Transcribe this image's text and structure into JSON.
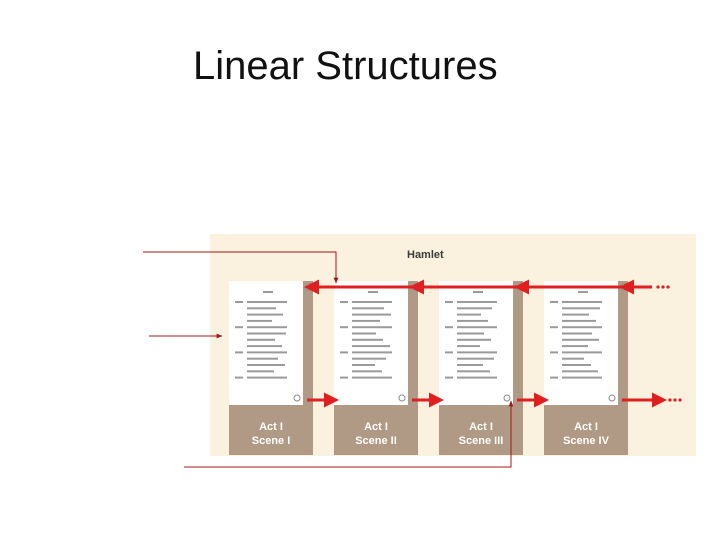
{
  "slide": {
    "title": "Linear Structures"
  },
  "diagram": {
    "title": "Hamlet",
    "pages": [
      {
        "line1": "Act I",
        "line2": "Scene I"
      },
      {
        "line1": "Act I",
        "line2": "Scene II"
      },
      {
        "line1": "Act I",
        "line2": "Scene III"
      },
      {
        "line1": "Act I",
        "line2": "Scene IV"
      }
    ],
    "colors": {
      "panel": "#fbf1df",
      "frame": "#b09a85",
      "arrow": "#e02020",
      "callout": "#a01818"
    }
  }
}
